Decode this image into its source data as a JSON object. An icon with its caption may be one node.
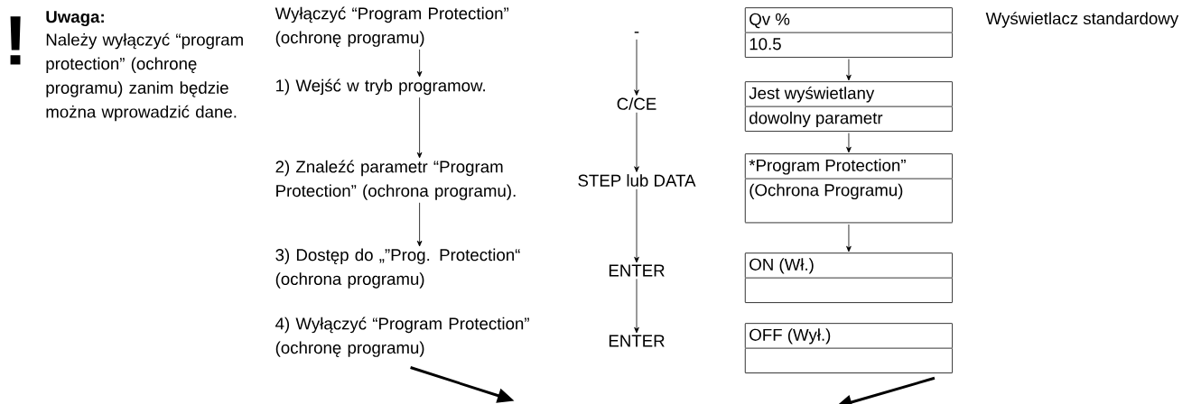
{
  "diagram": {
    "nodes": [
      {
        "text": [
          "Uwaga:",
          "Należy wyłączyć “program protection” (ochronę programu) zanim będzie można wprowadzić dane."
        ]
      },
      {
        "text": [
          "Wyłączyć “Program Protection” (ochronę programu)"
        ]
      },
      {
        "text": [
          "1) Wejść w tryb programow."
        ]
      },
      {
        "text": [
          "2) Znaleźć parametr “Program Protection” (ochrona programu)."
        ]
      },
      {
        "text": [
          "3) Dostęp do „”Prog. Protection“ (ochrona programu)"
        ]
      },
      {
        "text": [
          "4) Wyłączyć “Program Protection” (ochronę programu)"
        ]
      },
      {
        "text": [
          "-"
        ]
      },
      {
        "text": [
          "C/CE"
        ]
      },
      {
        "text": [
          "STEP lub DATA"
        ]
      },
      {
        "text": [
          "ENTER"
        ]
      },
      {
        "text": [
          "ENTER"
        ]
      },
      {
        "text": [
          "Qv %",
          "10.5"
        ],
        "beside": [
          "Wyświetlacz standardowy"
        ]
      },
      {
        "text": [
          "Jest wyświetlany",
          "dowolny parametr"
        ]
      },
      {
        "text": [
          "*Program Protection”",
          "(Ochrona Programu)"
        ]
      },
      {
        "text": [
          "ON (Wł.)"
        ]
      },
      {
        "text": [
          "OFF (Wył.)"
        ]
      }
    ],
    "edges": [
      {
        "from": 1,
        "to": 2,
        "arrow": "to"
      },
      {
        "from": 2,
        "to": 3,
        "arrow": "to"
      },
      {
        "from": 3,
        "to": 4,
        "arrow": "to"
      },
      {
        "from": 6,
        "to": 7,
        "arrow": "to"
      },
      {
        "from": 7,
        "to": 8,
        "arrow": "to"
      },
      {
        "from": 8,
        "to": 9,
        "arrow": "to"
      },
      {
        "from": 9,
        "to": 10,
        "arrow": "to"
      },
      {
        "from": 11,
        "to": 12,
        "arrow": "to"
      },
      {
        "from": 12,
        "to": 13,
        "arrow": "to"
      },
      {
        "from": 13,
        "to": 14,
        "arrow": "to"
      },
      {
        "from": 5,
        "to": null,
        "arrow": "to",
        "style": "thick"
      },
      {
        "from": 15,
        "to": null,
        "arrow": "to",
        "style": "thick"
      }
    ],
    "labels": [
      "!"
    ]
  }
}
